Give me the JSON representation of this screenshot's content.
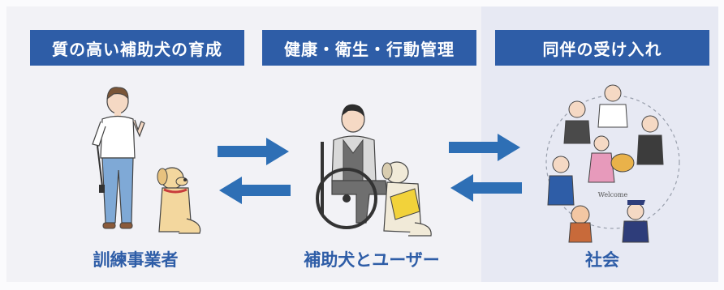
{
  "headers": {
    "left": "質の高い補助犬の育成",
    "middle": "健康・衛生・行動管理",
    "right": "同伴の受け入れ"
  },
  "labels": {
    "left": "訓練事業者",
    "middle": "補助犬とユーザー",
    "right": "社会"
  },
  "illustration_text": {
    "welcome_sign": "Welcome"
  },
  "colors": {
    "header_bg": "#2e5da7",
    "label_text": "#2e5da7",
    "arrow": "#2e6fb5",
    "right_panel_bg": "#e7e9f3"
  }
}
